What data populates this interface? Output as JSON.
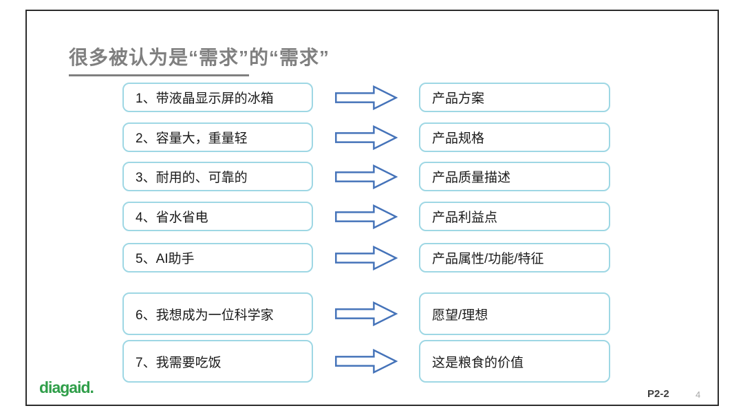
{
  "slide": {
    "title": {
      "underlined": "很多被认为是“需求”",
      "rest": "的“需求”"
    },
    "rows": [
      {
        "left": "1、带液晶显示屏的冰箱",
        "right": "产品方案"
      },
      {
        "left": "2、容量大，重量轻",
        "right": "产品规格"
      },
      {
        "left": "3、耐用的、可靠的",
        "right": "产品质量描述"
      },
      {
        "left": "4、省水省电",
        "right": "产品利益点"
      },
      {
        "left": "5、AI助手",
        "right": "产品属性/功能/特征"
      },
      {
        "left": "6、我想成为一位科学家",
        "right": "愿望/理想"
      },
      {
        "left": "7、我需要吃饭",
        "right": "这是粮食的价值"
      }
    ],
    "footer": {
      "logo": "diagaid.",
      "section_code": "P2-2",
      "page_number": "4"
    },
    "colors": {
      "box_border": "#9ed7e4",
      "arrow_stroke": "#4573b9",
      "title_gray": "#7f7f7f",
      "logo_green": "#2f9e49",
      "frame_border": "#2b2b2b"
    }
  }
}
